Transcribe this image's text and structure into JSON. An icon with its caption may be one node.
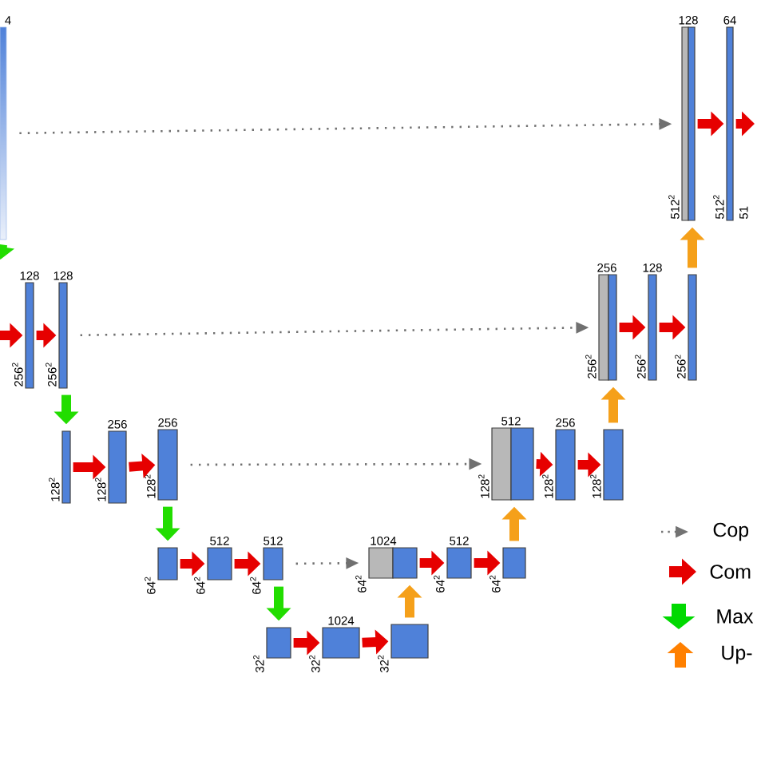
{
  "diagram": {
    "nodes": [
      {
        "text": [],
        "shape": "box",
        "beside": [
          "4"
        ]
      },
      {
        "text": [],
        "shape": "box",
        "beside": [
          "128",
          "256$^{2}$"
        ]
      },
      {
        "text": [],
        "shape": "box",
        "beside": [
          "128",
          "256$^{2}$"
        ]
      },
      {
        "text": [],
        "shape": "box",
        "beside": [
          "128$^{2}$"
        ]
      },
      {
        "text": [],
        "shape": "box",
        "beside": [
          "256",
          "128$^{2}$"
        ]
      },
      {
        "text": [],
        "shape": "box",
        "beside": [
          "256",
          "128$^{2}$"
        ]
      },
      {
        "text": [],
        "shape": "box",
        "beside": [
          "64$^{2}$"
        ]
      },
      {
        "text": [],
        "shape": "box",
        "beside": [
          "512",
          "64$^{2}$"
        ]
      },
      {
        "text": [],
        "shape": "box",
        "beside": [
          "512",
          "64$^{2}$"
        ]
      },
      {
        "text": [],
        "shape": "box",
        "beside": [
          "32$^{2}$"
        ]
      },
      {
        "text": [],
        "shape": "box",
        "beside": [
          "1024",
          "32$^{2}$"
        ]
      },
      {
        "text": [],
        "shape": "box",
        "beside": [
          "32$^{2}$"
        ]
      },
      {
        "text": [],
        "shape": "box",
        "beside": [
          "64$^{2}$"
        ]
      },
      {
        "text": [],
        "shape": "box",
        "beside": [
          "1024"
        ]
      },
      {
        "text": [],
        "shape": "box",
        "beside": [
          "512",
          "64$^{2}$"
        ]
      },
      {
        "text": [],
        "shape": "box",
        "beside": [
          "64$^{2}$"
        ]
      },
      {
        "text": [],
        "shape": "box",
        "beside": [
          "128$^{2}$"
        ]
      },
      {
        "text": [],
        "shape": "box",
        "beside": [
          "512"
        ]
      },
      {
        "text": [],
        "shape": "box",
        "beside": [
          "256",
          "128$^{2}$"
        ]
      },
      {
        "text": [],
        "shape": "box",
        "beside": [
          "128$^{2}$"
        ]
      },
      {
        "text": [],
        "shape": "box",
        "beside": [
          "256$^{2}$"
        ]
      },
      {
        "text": [],
        "shape": "box",
        "beside": [
          "256"
        ]
      },
      {
        "text": [],
        "shape": "box",
        "beside": [
          "128",
          "256$^{2}$"
        ]
      },
      {
        "text": [],
        "shape": "box",
        "beside": [
          "256$^{2}$"
        ]
      },
      {
        "text": [],
        "shape": "box",
        "beside": [
          "512$^{2}$"
        ]
      },
      {
        "text": [],
        "shape": "box",
        "beside": [
          "128"
        ]
      },
      {
        "text": [],
        "shape": "box",
        "beside": [
          "64",
          "512$^{2}$"
        ]
      }
    ],
    "edges": [
      {
        "from": 0,
        "to": null,
        "arrow": "to",
        "color": "#22dd00"
      },
      {
        "from": null,
        "to": 1,
        "arrow": "to"
      },
      {
        "from": 1,
        "to": 2,
        "arrow": "to"
      },
      {
        "from": 2,
        "to": 3,
        "arrow": "to",
        "color": "#22dd00"
      },
      {
        "from": 3,
        "to": 4,
        "arrow": "to"
      },
      {
        "from": 4,
        "to": 5,
        "arrow": "to"
      },
      {
        "from": 5,
        "to": 6,
        "arrow": "to",
        "color": "#22dd00"
      },
      {
        "from": 6,
        "to": 7,
        "arrow": "to"
      },
      {
        "from": 7,
        "to": 8,
        "arrow": "to"
      },
      {
        "from": 8,
        "to": 9,
        "arrow": "to",
        "color": "#22dd00"
      },
      {
        "from": 9,
        "to": 10,
        "arrow": "to"
      },
      {
        "from": 10,
        "to": 11,
        "arrow": "to"
      },
      {
        "from": 11,
        "to": 13,
        "arrow": "to",
        "color": "#f5a01a"
      },
      {
        "from": 13,
        "to": 14,
        "arrow": "to"
      },
      {
        "from": 14,
        "to": 15,
        "arrow": "to"
      },
      {
        "from": 15,
        "to": 17,
        "arrow": "to",
        "color": "#f5a01a"
      },
      {
        "from": 17,
        "to": 18,
        "arrow": "to"
      },
      {
        "from": 18,
        "to": 19,
        "arrow": "to"
      },
      {
        "from": 19,
        "to": 21,
        "arrow": "to",
        "color": "#f5a01a"
      },
      {
        "from": 21,
        "to": 22,
        "arrow": "to"
      },
      {
        "from": 22,
        "to": 23,
        "arrow": "to"
      },
      {
        "from": 23,
        "to": 25,
        "arrow": "to",
        "color": "#f5a01a"
      },
      {
        "from": 25,
        "to": 26,
        "arrow": "to"
      },
      {
        "from": 26,
        "to": null,
        "arrow": "to"
      },
      {
        "from": 0,
        "to": 24,
        "arrow": "to",
        "style": "dashed",
        "color": "#707070"
      },
      {
        "from": 2,
        "to": 20,
        "arrow": "to",
        "style": "dashed",
        "color": "#707070"
      },
      {
        "from": 5,
        "to": 16,
        "arrow": "to",
        "style": "dashed",
        "color": "#707070"
      },
      {
        "from": 8,
        "to": 12,
        "arrow": "to",
        "style": "dashed",
        "color": "#707070"
      }
    ],
    "labels": [
      "51"
    ],
    "legend": [
      {
        "text": "Cop"
      },
      {
        "text": "Com"
      },
      {
        "text": "Max"
      },
      {
        "text": "Up-"
      }
    ]
  }
}
